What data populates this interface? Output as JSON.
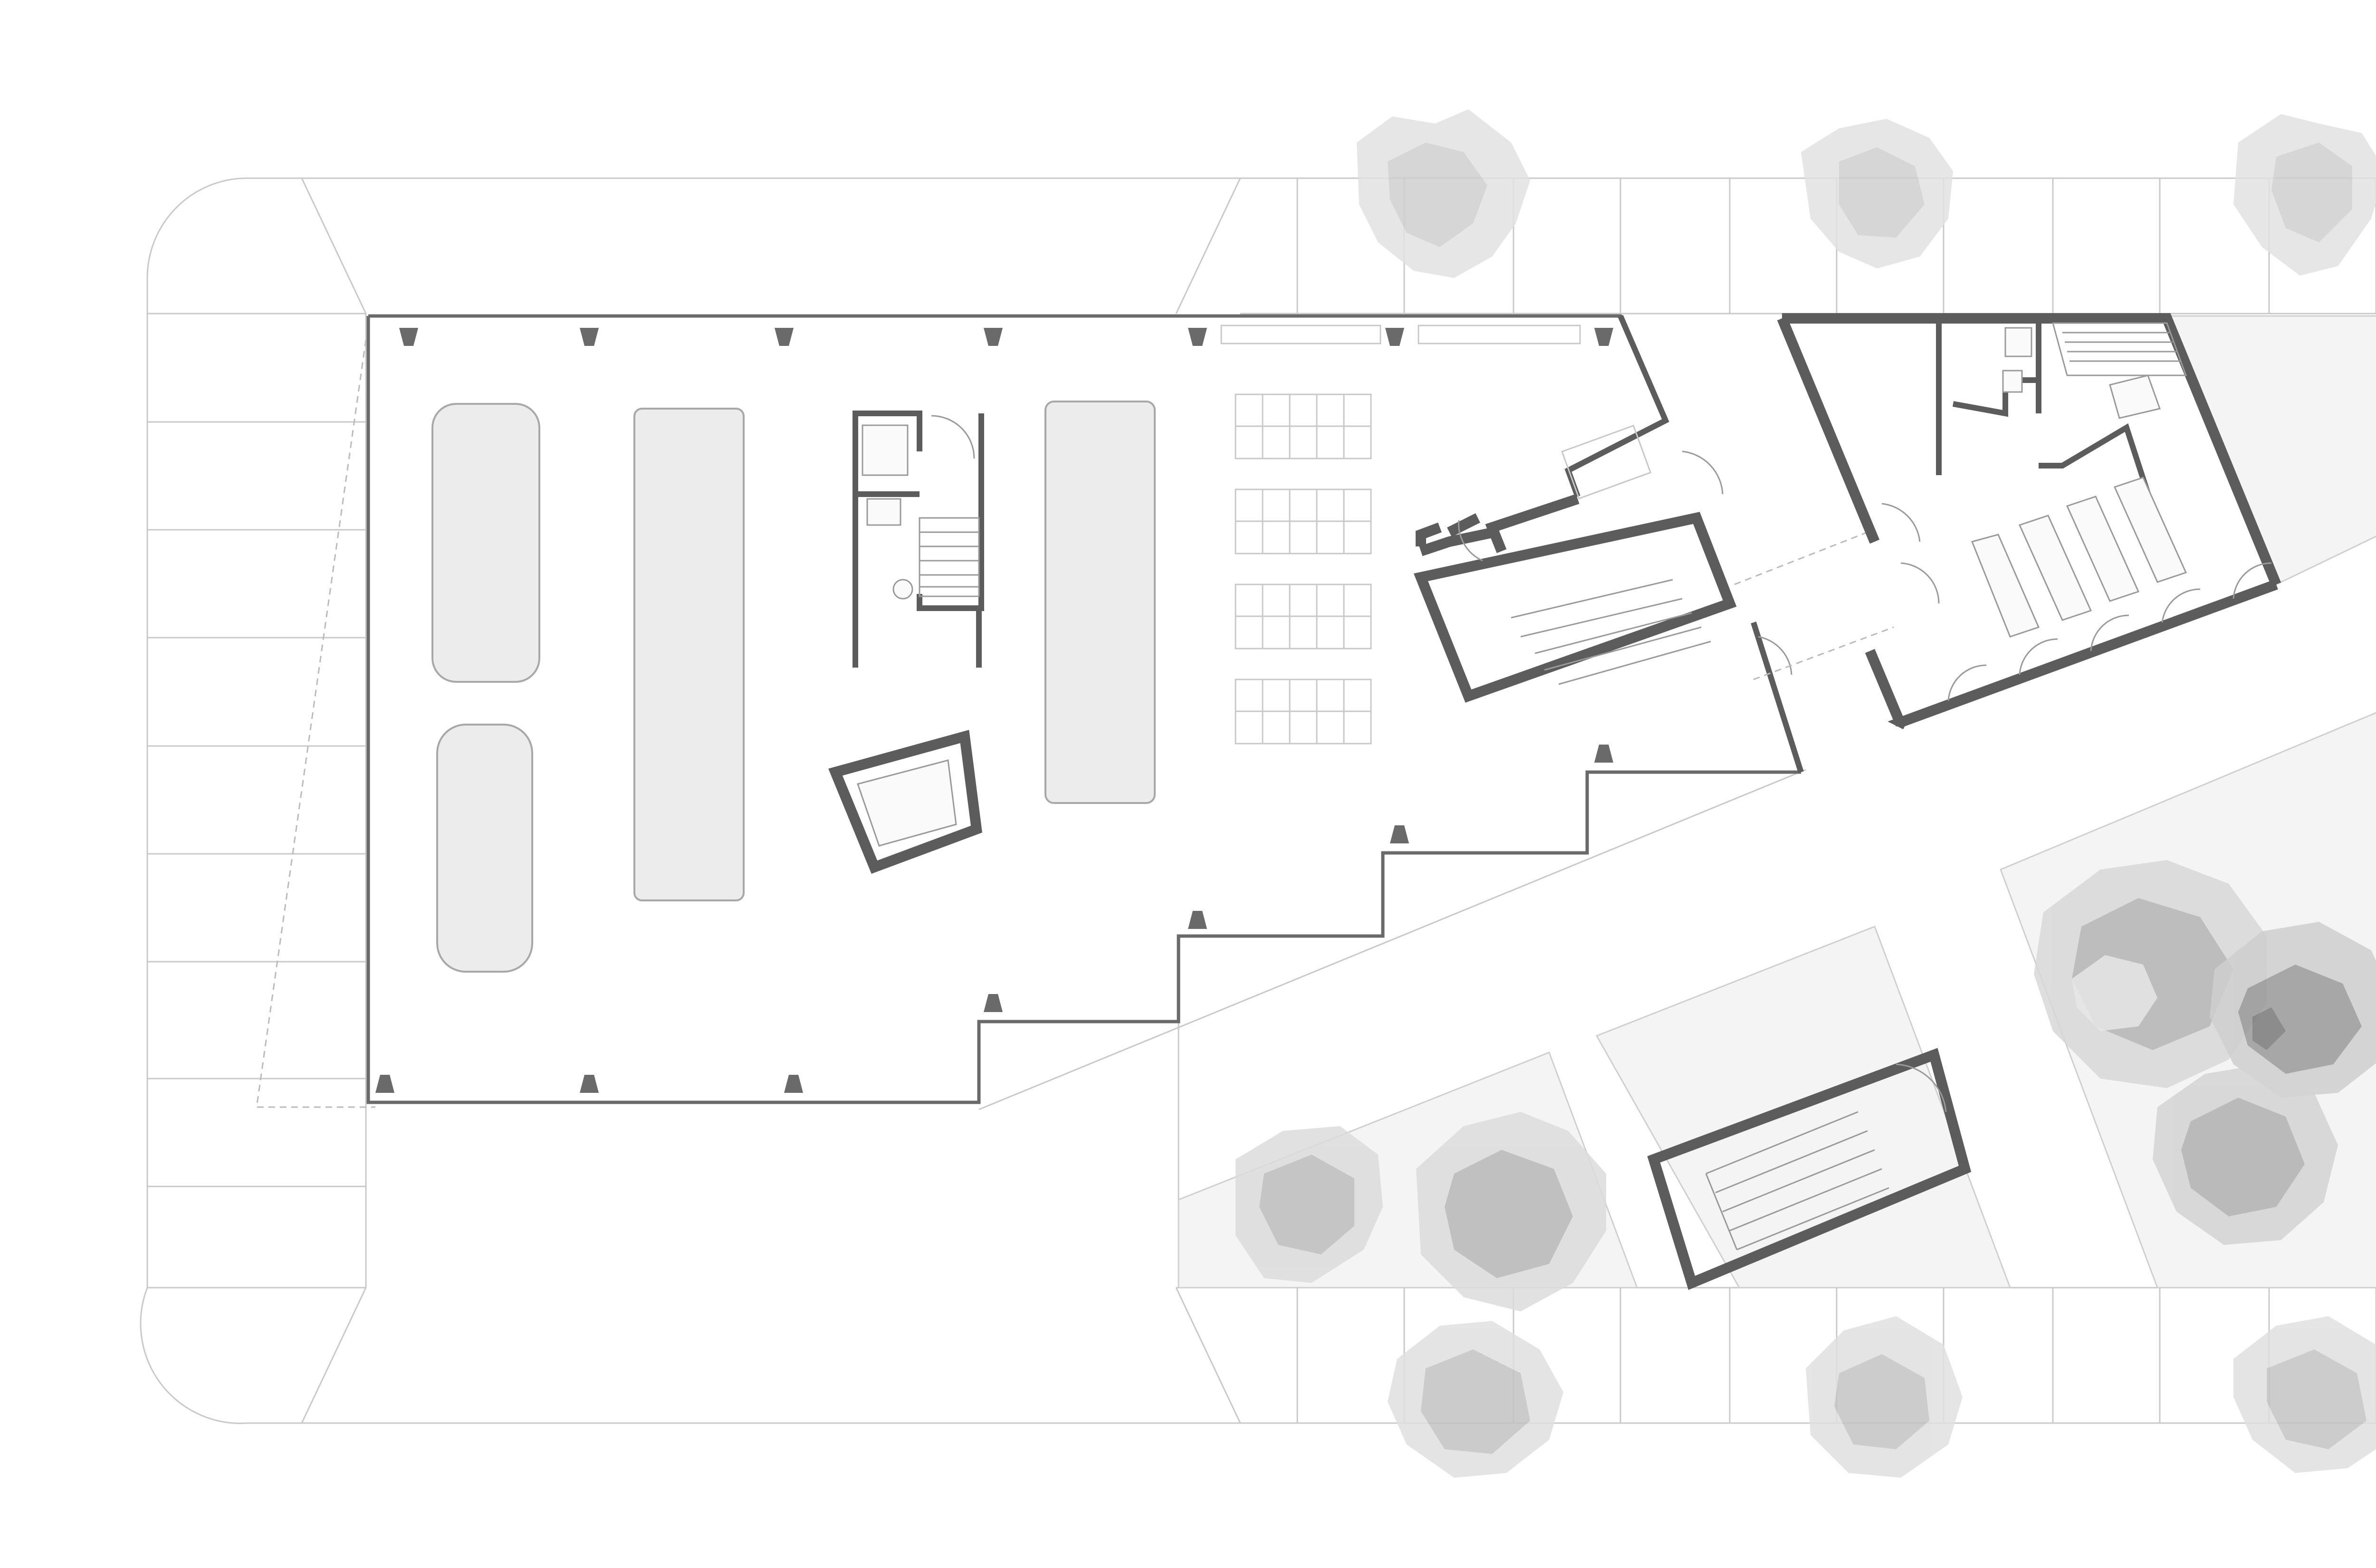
{
  "drawing": {
    "type": "architectural floor plan",
    "spaces": [
      {
        "name": "vehicle-hall",
        "contents": [
          "car",
          "car",
          "bus",
          "bus"
        ]
      },
      {
        "name": "wc-and-stair-core"
      },
      {
        "name": "bicycle-racks",
        "count": 4
      },
      {
        "name": "elevator"
      },
      {
        "name": "entrance-stair-block"
      },
      {
        "name": "office-block"
      },
      {
        "name": "courtyard-stair"
      }
    ],
    "trees": 12,
    "colors": {
      "wall": "#5c5c5c",
      "linework": "#c9c9c9",
      "vehicle_fill": "#ececec",
      "planting": "#9a9a9a"
    }
  }
}
